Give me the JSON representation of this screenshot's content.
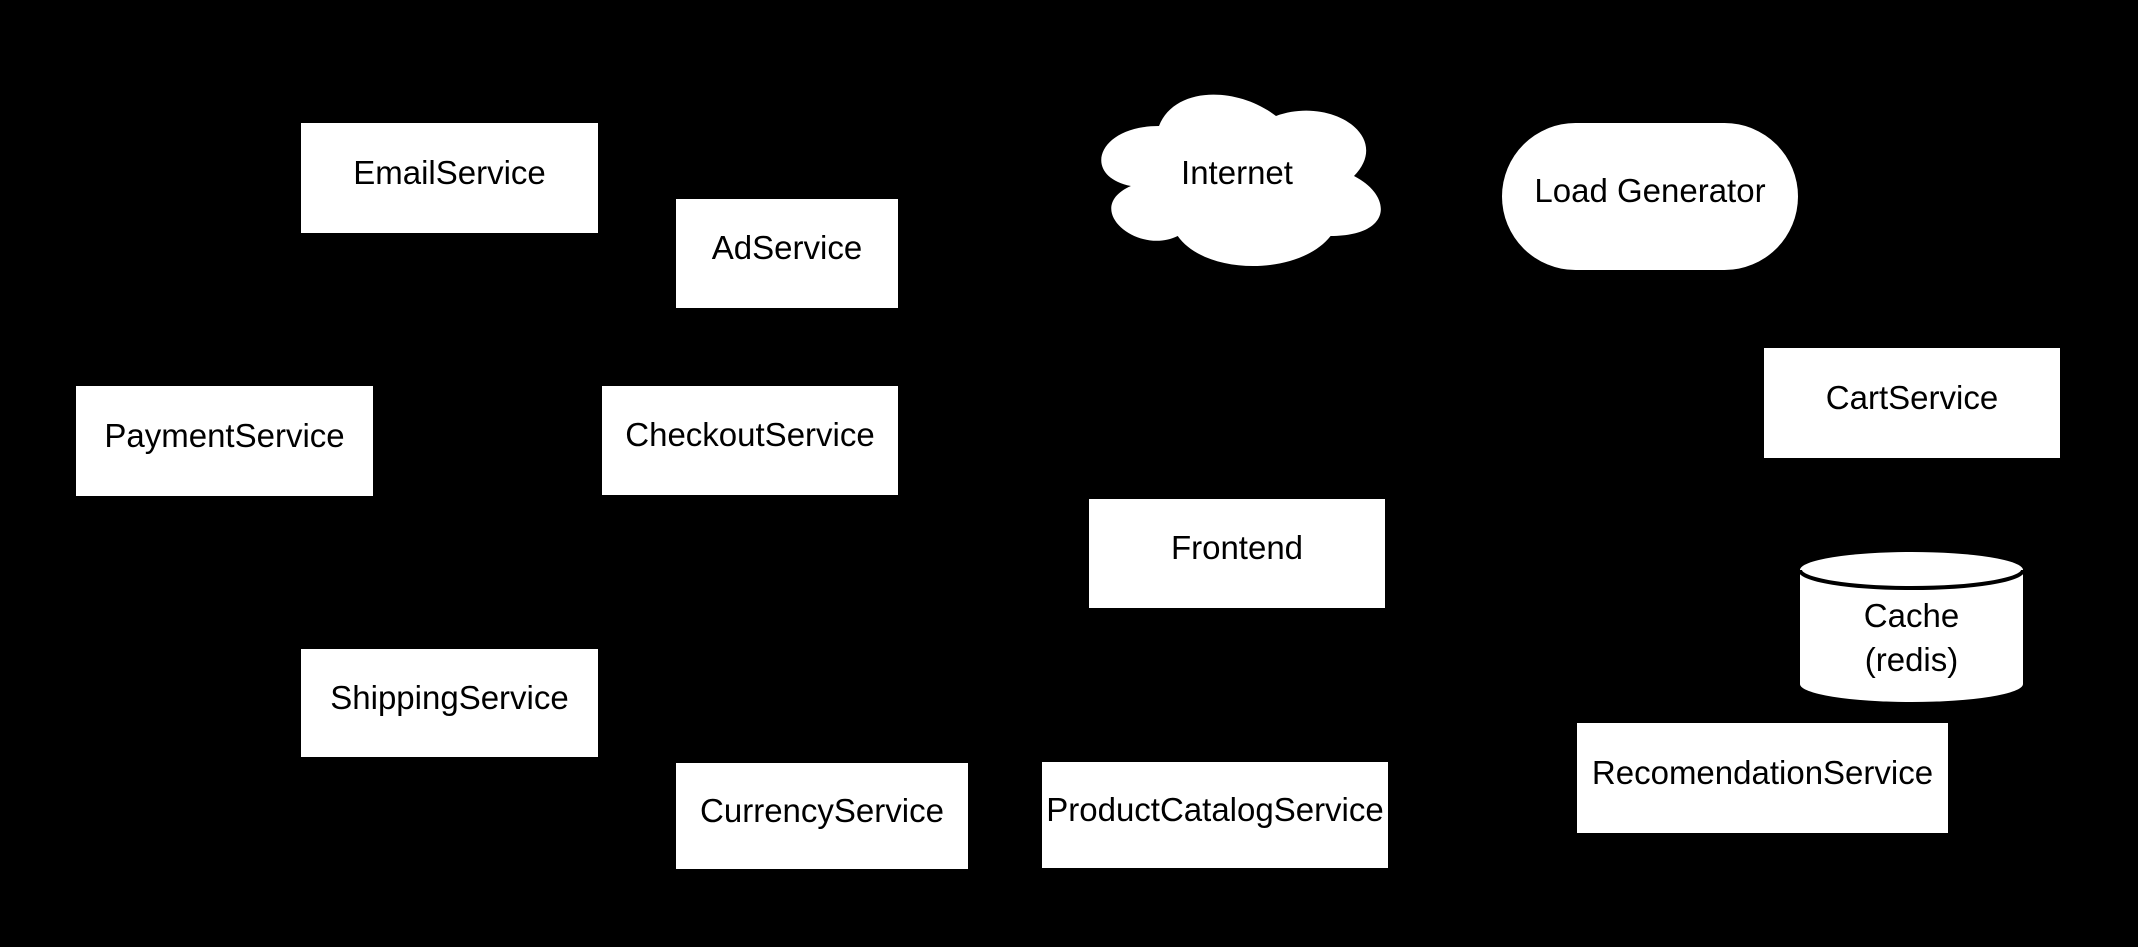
{
  "diagram": {
    "background_color": "#000000",
    "node_fill_color": "#ffffff",
    "node_text_color": "#000000",
    "cylinder_stroke_color": "#000000"
  },
  "nodes": {
    "email_service": {
      "label": "EmailService",
      "shape": "rectangle"
    },
    "ad_service": {
      "label": "AdService",
      "shape": "rectangle"
    },
    "internet": {
      "label": "Internet",
      "shape": "cloud"
    },
    "load_generator": {
      "label": "Load Generator",
      "shape": "stadium"
    },
    "payment_service": {
      "label": "PaymentService",
      "shape": "rectangle"
    },
    "checkout_service": {
      "label": "CheckoutService",
      "shape": "rectangle"
    },
    "cart_service": {
      "label": "CartService",
      "shape": "rectangle"
    },
    "frontend": {
      "label": "Frontend",
      "shape": "rectangle"
    },
    "cache": {
      "label": "Cache\n(redis)",
      "shape": "cylinder"
    },
    "shipping_service": {
      "label": "ShippingService",
      "shape": "rectangle"
    },
    "currency_service": {
      "label": "CurrencyService",
      "shape": "rectangle"
    },
    "product_catalog_service": {
      "label": "ProductCatalogService",
      "shape": "rectangle"
    },
    "recomendation_service": {
      "label": "RecomendationService",
      "shape": "rectangle"
    }
  }
}
